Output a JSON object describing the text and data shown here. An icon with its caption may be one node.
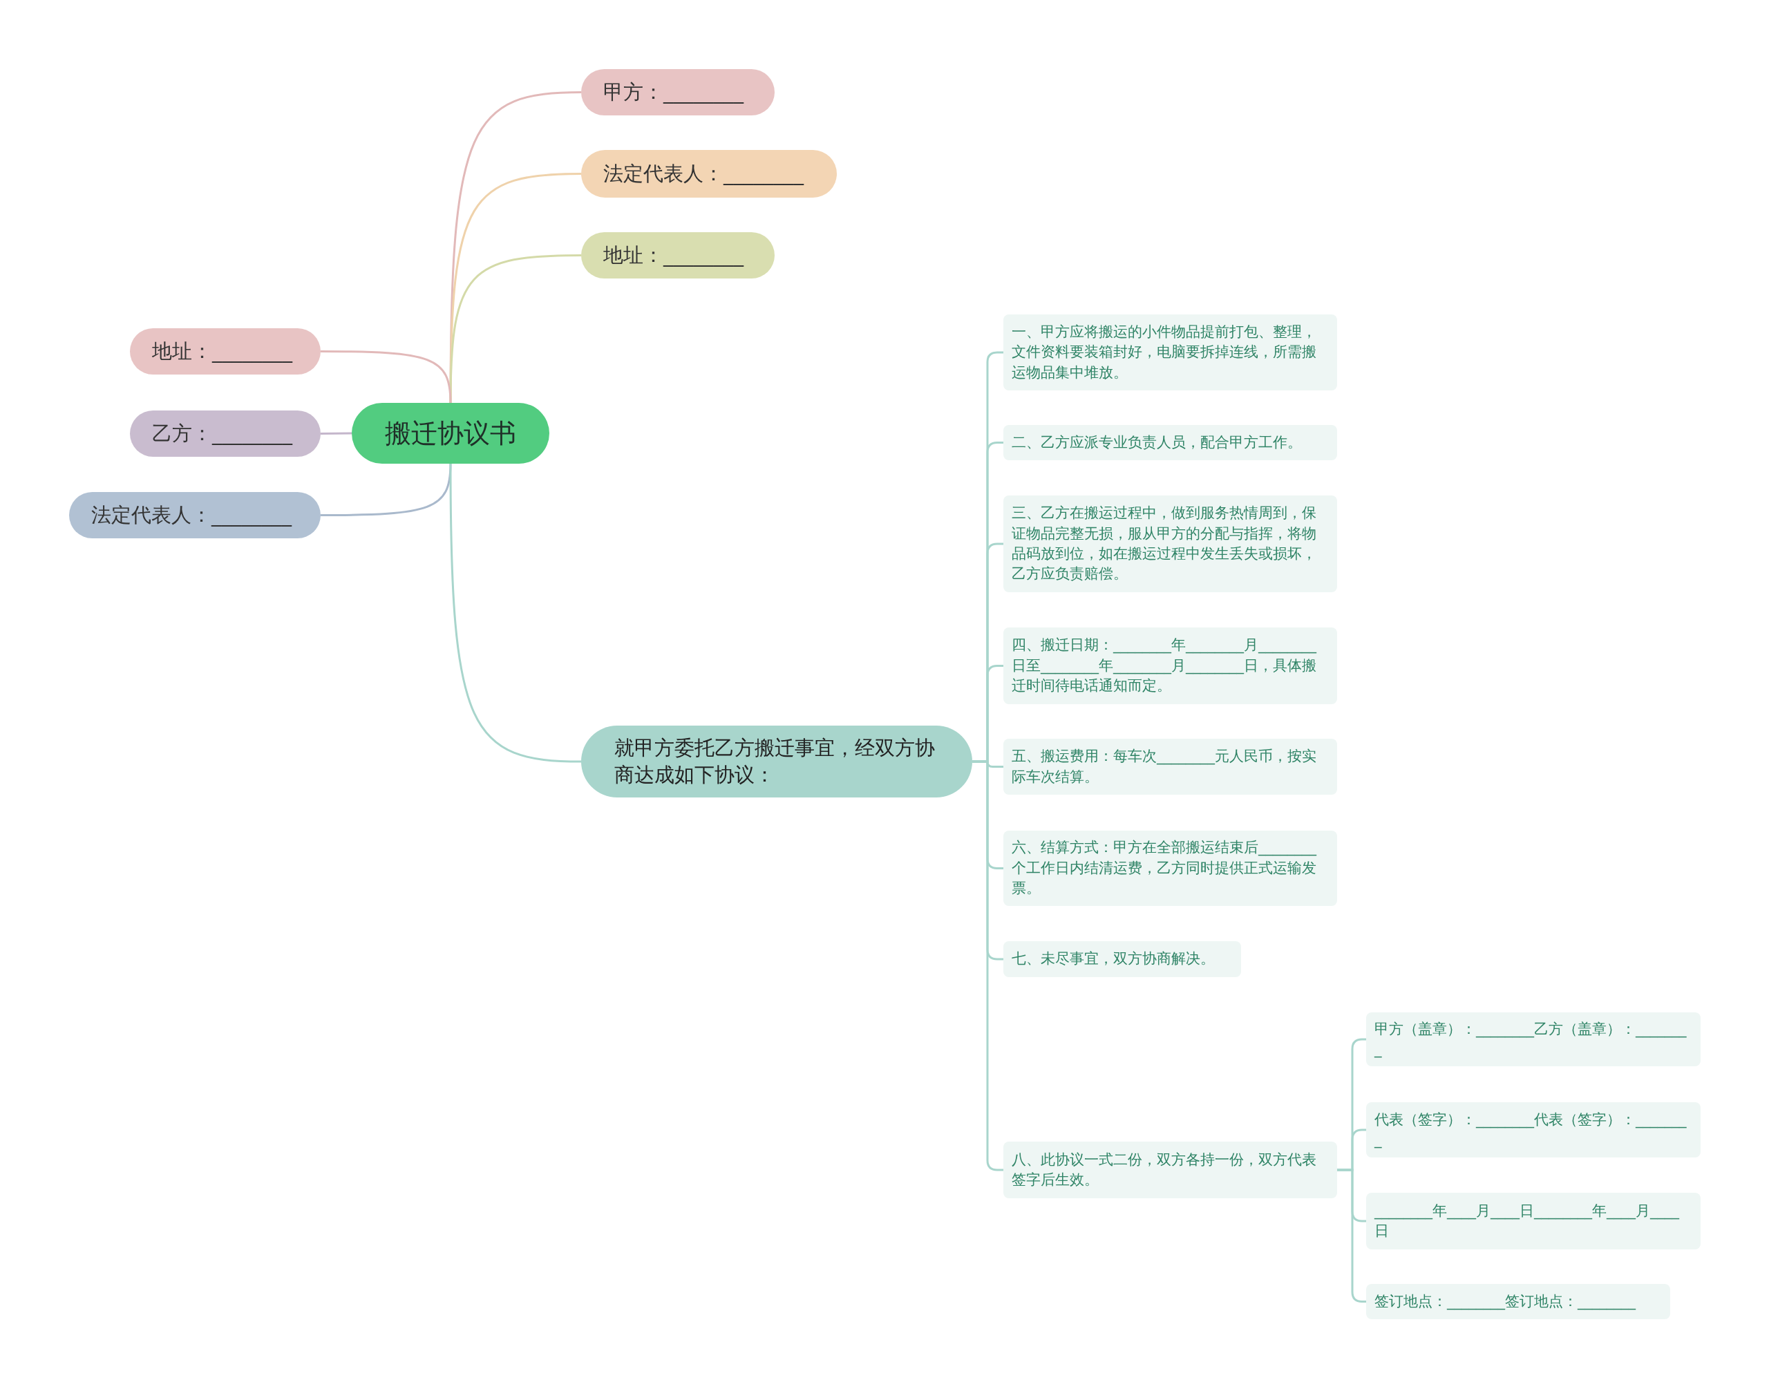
{
  "diagram": {
    "nodes": [
      {
        "text": [
          "搬迁协议书"
        ]
      },
      {
        "text": [
          "甲方：________"
        ]
      },
      {
        "text": [
          "法定代表人：________"
        ]
      },
      {
        "text": [
          "地址：________"
        ]
      },
      {
        "text": [
          "地址：________"
        ]
      },
      {
        "text": [
          "乙方：________"
        ]
      },
      {
        "text": [
          "法定代表人：________"
        ]
      },
      {
        "text": [
          "就甲方委托乙方搬迁事宜，经双方协商达成如下协议："
        ]
      },
      {
        "text": [
          "一、甲方应将搬运的小件物品提前打包、整理，文件资料要装箱封好，电脑要拆掉连线，所需搬运物品集中堆放。"
        ]
      },
      {
        "text": [
          "二、乙方应派专业负责人员，配合甲方工作。"
        ]
      },
      {
        "text": [
          "三、乙方在搬运过程中，做到服务热情周到，保证物品完整无损，服从甲方的分配与指挥，将物品码放到位，如在搬运过程中发生丢失或损坏，乙方应负责赔偿。"
        ]
      },
      {
        "text": [
          "四、搬迁日期：________年________月________日至________年________月________日，具体搬迁时间待电话通知而定。"
        ]
      },
      {
        "text": [
          "五、搬运费用：每车次________元人民币，按实际车次结算。"
        ]
      },
      {
        "text": [
          "六、结算方式：甲方在全部搬运结束后________个工作日内结清运费，乙方同时提供正式运输发票。"
        ]
      },
      {
        "text": [
          "七、未尽事宜，双方协商解决。"
        ]
      },
      {
        "text": [
          "八、此协议一式二份，双方各持一份，双方代表签字后生效。"
        ]
      },
      {
        "text": [
          "甲方（盖章）：________乙方（盖章）：________"
        ]
      },
      {
        "text": [
          "代表（签字）：________代表（签字）：________"
        ]
      },
      {
        "text": [
          "________年____月____日________年____月____日"
        ]
      },
      {
        "text": [
          "签订地点：________签订地点：________"
        ]
      }
    ],
    "edges": [
      {
        "from": 0,
        "to": 1,
        "arrow": "none",
        "color": "#e2b9b9"
      },
      {
        "from": 0,
        "to": 2,
        "arrow": "none",
        "color": "#efd2ab"
      },
      {
        "from": 0,
        "to": 3,
        "arrow": "none",
        "color": "#d4daa8"
      },
      {
        "from": 0,
        "to": 4,
        "arrow": "none",
        "color": "#e2b9b9"
      },
      {
        "from": 0,
        "to": 5,
        "arrow": "none",
        "color": "#c4b6cb"
      },
      {
        "from": 0,
        "to": 6,
        "arrow": "none",
        "color": "#a9b9cc"
      },
      {
        "from": 0,
        "to": 7,
        "arrow": "none"
      },
      {
        "from": 7,
        "to": 8,
        "arrow": "none"
      },
      {
        "from": 7,
        "to": 9,
        "arrow": "none"
      },
      {
        "from": 7,
        "to": 10,
        "arrow": "none"
      },
      {
        "from": 7,
        "to": 11,
        "arrow": "none"
      },
      {
        "from": 7,
        "to": 12,
        "arrow": "none"
      },
      {
        "from": 7,
        "to": 13,
        "arrow": "none"
      },
      {
        "from": 7,
        "to": 14,
        "arrow": "none"
      },
      {
        "from": 7,
        "to": 15,
        "arrow": "none"
      },
      {
        "from": 15,
        "to": 16,
        "arrow": "none"
      },
      {
        "from": 15,
        "to": 17,
        "arrow": "none"
      },
      {
        "from": 15,
        "to": 18,
        "arrow": "none"
      },
      {
        "from": 15,
        "to": 19,
        "arrow": "none"
      }
    ]
  }
}
